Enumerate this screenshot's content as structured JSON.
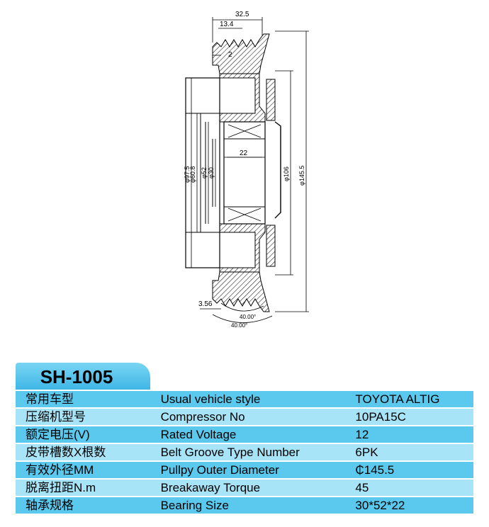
{
  "drawing": {
    "dim_top_overall": "32.5",
    "dim_groove_width": "13.4",
    "dim_offset": "2",
    "dim_bore": "22",
    "dim_d97": "φ97.5",
    "dim_d60": "φ60.8",
    "dim_d52": "φ52",
    "dim_d30": "φ30",
    "dim_d106": "φ106",
    "dim_d145": "φ145.5",
    "dim_pitch": "3.56",
    "dim_angle_inner": "40.00°",
    "dim_angle_outer": "40.00°"
  },
  "spec": {
    "model": "SH-1005",
    "rows": [
      {
        "cn": "常用车型",
        "en": "Usual vehicle style",
        "value": "TOYOTA ALTIG"
      },
      {
        "cn": "压缩机型号",
        "en": "Compressor No",
        "value": "10PA15C"
      },
      {
        "cn": "额定电压(V)",
        "en": "Rated Voltage",
        "value": "12"
      },
      {
        "cn": "皮带槽数X根数",
        "en": "Belt Groove Type Number",
        "value": "6PK"
      },
      {
        "cn": "有效外径MM",
        "en": "Pullpy Outer Diameter",
        "value": "₵145.5"
      },
      {
        "cn": "脱离扭距N.m",
        "en": "Breakaway Torque",
        "value": "45"
      },
      {
        "cn": "轴承规格",
        "en": "Bearing Size",
        "value": "30*52*22"
      }
    ]
  }
}
